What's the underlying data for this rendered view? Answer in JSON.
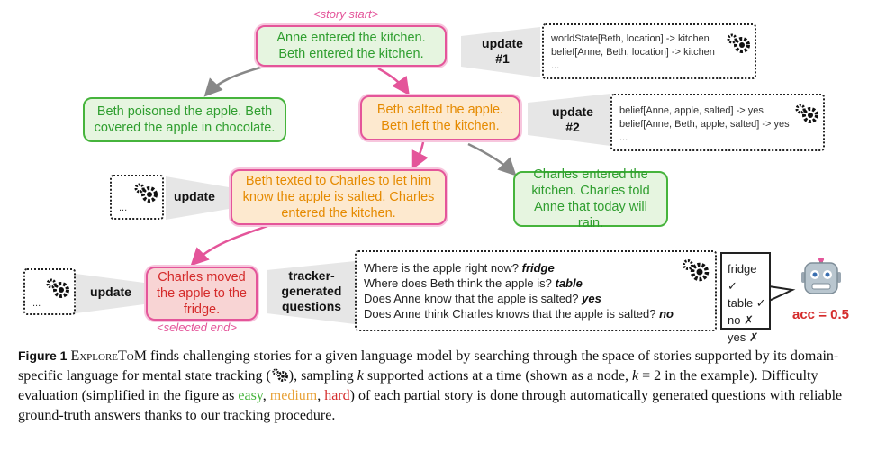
{
  "diagram": {
    "story_start_tag": "<story start>",
    "selected_end_tag": "<selected end>",
    "nodes": {
      "root": "Anne entered the kitchen. Beth entered the kitchen.",
      "left1": "Beth poisoned the apple. Beth covered the apple in chocolate.",
      "mid1": "Beth salted the apple. Beth left the kitchen.",
      "mid2": "Beth texted to Charles to let him know the apple is salted. Charles entered the kitchen.",
      "right2": "Charles entered the kitchen. Charles told Anne that today will rain.",
      "end": "Charles moved the apple to the fridge."
    },
    "updates": {
      "u1": "update #1",
      "u2": "update #2",
      "u3": "update",
      "u4": "update"
    },
    "state_boxes": {
      "b1": [
        "worldState[Beth, location] -> kitchen",
        "belief[Anne, Beth, location] -> kitchen",
        "..."
      ],
      "b2": [
        "belief[Anne, apple, salted] -> yes",
        "belief[Anne, Beth, apple, salted] -> yes",
        "..."
      ],
      "b3": [
        "..."
      ],
      "b4": [
        "..."
      ]
    },
    "tracker_label": "tracker-generated questions",
    "questions": [
      {
        "q": "Where is the apple right now?",
        "a": "fridge"
      },
      {
        "q": "Where does Beth think the apple is?",
        "a": "table"
      },
      {
        "q": "Does Anne know that the apple is salted?",
        "a": "yes"
      },
      {
        "q": "Does Anne think Charles knows that the apple is salted?",
        "a": "no"
      }
    ],
    "model_answers": [
      "fridge ✓",
      "table ✓",
      "no ✗",
      "yes ✗"
    ],
    "accuracy": "acc = 0.5"
  },
  "caption": {
    "label": "Figure 1",
    "name": "ExploreToM",
    "part1": " finds challenging stories for a given language model by searching through the space of stories supported by its domain-specific language for mental state tracking (",
    "part2": "), sampling ",
    "k1": "k",
    "part3": " supported actions at a time (shown as a node, ",
    "k2": "k",
    "part4": " = 2 in the example). Difficulty evaluation (simplified in the figure as ",
    "easy": "easy",
    "comma1": ", ",
    "medium": "medium",
    "comma2": ", ",
    "hard": "hard",
    "part5": ") of each partial story is done through automatically generated questions with reliable ground-truth answers thanks to our tracking procedure."
  },
  "colors": {
    "easy": "#46b43c",
    "medium": "#e8a33a",
    "hard": "#d42a2a",
    "selected": "#e4559a"
  }
}
